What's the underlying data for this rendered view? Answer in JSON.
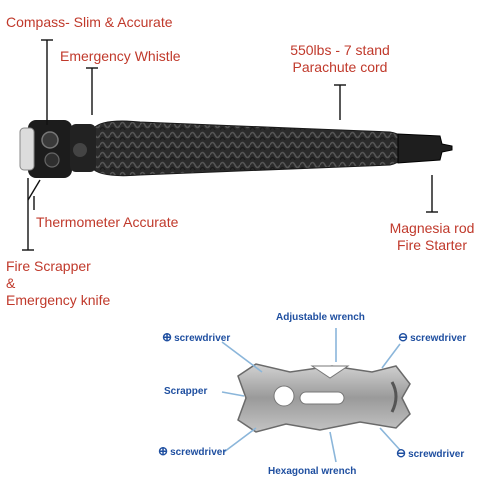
{
  "bracelet_labels": {
    "compass": "Compass- Slim & Accurate",
    "whistle": "Emergency Whistle",
    "cord_line1": "550lbs - 7 stand",
    "cord_line2": "Parachute cord",
    "thermometer": "Thermometer Accurate",
    "magnesia_line1": "Magnesia rod",
    "magnesia_line2": "Fire Starter",
    "scrapper_line1": "Fire Scrapper",
    "scrapper_line2": "&",
    "scrapper_line3": "Emergency knife"
  },
  "tool_labels": {
    "adjustable_wrench": "Adjustable wrench",
    "plus_screwdriver_top": "screwdriver",
    "minus_screwdriver_top": "screwdriver",
    "scrapper": "Scrapper",
    "plus_screwdriver_bottom": "screwdriver",
    "minus_screwdriver_bottom": "screwdriver",
    "hexagonal_wrench": "Hexagonal wrench",
    "plus_symbol": "⊕",
    "minus_symbol": "⊖"
  },
  "colors": {
    "label_red": "#c0392b",
    "label_blue": "#1f4fa0",
    "paracord": "#2b2b2b",
    "steel": "#a7a7a7"
  }
}
